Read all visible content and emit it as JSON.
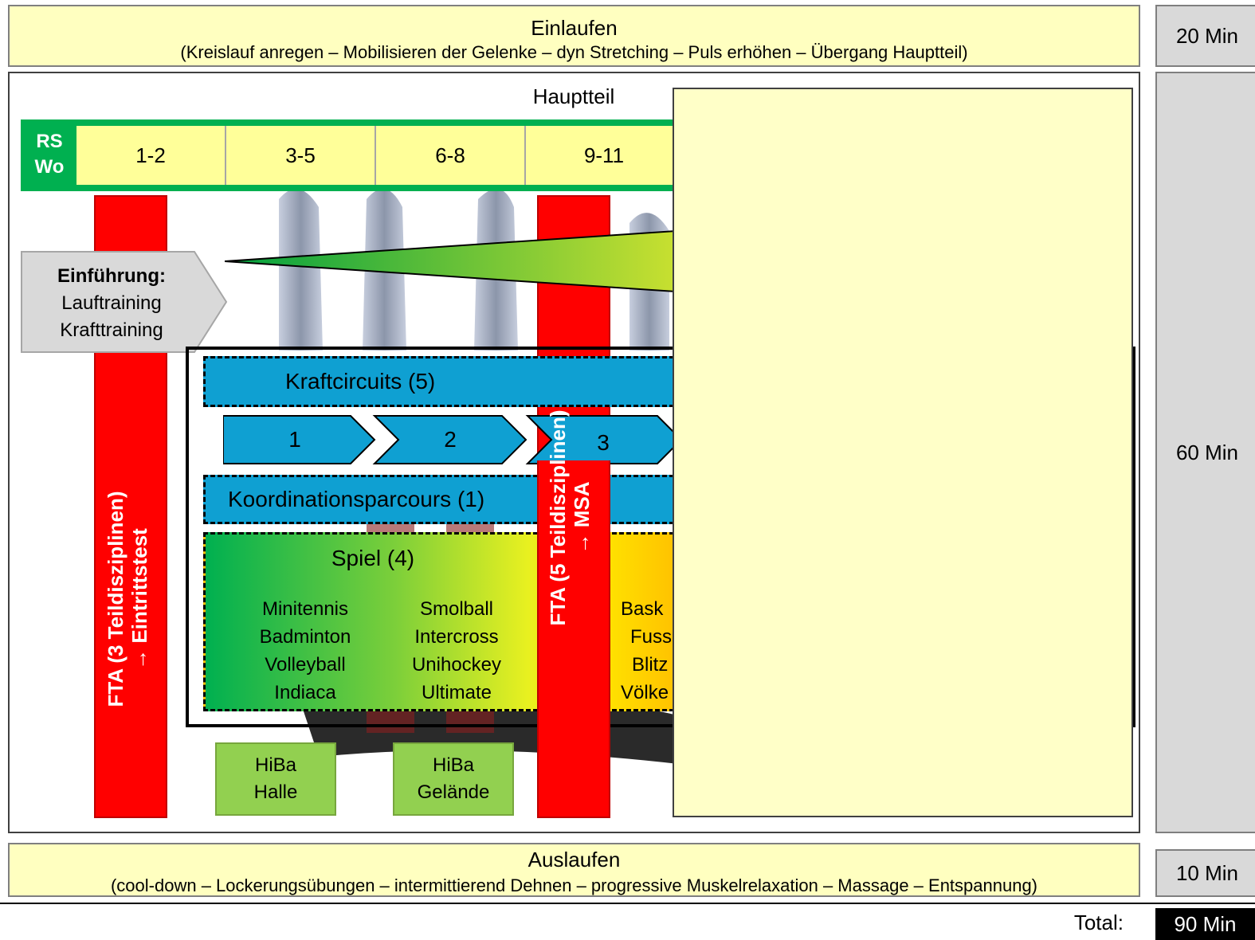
{
  "einlaufen": {
    "title": "Einlaufen",
    "subtitle": "(Kreislauf anregen – Mobilisieren der Gelenke – dyn Stretching – Puls erhöhen – Übergang Hauptteil)",
    "duration": "20 Min"
  },
  "hauptteil": {
    "title": "Hauptteil",
    "duration": "60 Min",
    "rs_label_1": "RS",
    "rs_label_2": "Wo",
    "weeks": [
      "1-2",
      "3-5",
      "6-8",
      "9-11"
    ],
    "einfuehrung": {
      "title": "Einführung:",
      "line1": "Lauftraining",
      "line2": "Krafttraining"
    },
    "fta_1": {
      "line1": "FTA (3 Teildisziplinen)",
      "line2": "→ Eintrittstest"
    },
    "fta_2": {
      "line1": "FTA (5 Teildisziplinen)",
      "line2": "→ MSA"
    },
    "kraftcircuits": "Kraftcircuits (5)",
    "chevrons": [
      "1",
      "2",
      "3"
    ],
    "koordination": "Koordinationsparcours (1)",
    "spiel": {
      "title": "Spiel (4)",
      "col1": [
        "Minitennis",
        "Badminton",
        "Volleyball",
        "Indiaca"
      ],
      "col2": [
        "Smolball",
        "Intercross",
        "Unihockey",
        "Ultimate"
      ],
      "col3": [
        "Bask",
        "Fuss",
        "Blitz",
        "Völke"
      ]
    },
    "hiba_halle": {
      "line1": "HiBa",
      "line2": "Halle"
    },
    "hiba_gelaende": {
      "line1": "HiBa",
      "line2": "Gelände"
    }
  },
  "auslaufen": {
    "title": "Auslaufen",
    "subtitle": "(cool-down – Lockerungsübungen – intermittierend Dehnen – progressive Muskelrelaxation – Massage – Entspannung)",
    "duration": "10 Min"
  },
  "total": {
    "label": "Total:",
    "value": "90 Min"
  },
  "colors": {
    "yellow": "#ffffc0",
    "green": "#00b050",
    "red": "#ff0000",
    "blue": "#0fa0d2",
    "grey": "#d9d9d9"
  }
}
